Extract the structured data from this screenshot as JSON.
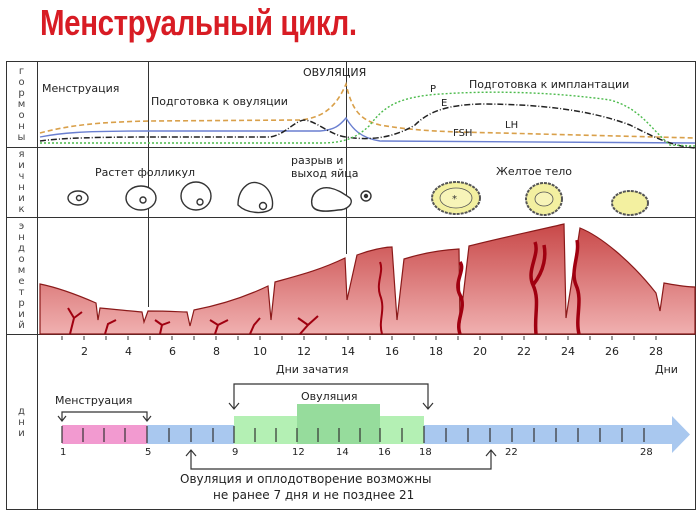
{
  "title": "Менструальный цикл.",
  "rows": {
    "hormones": "гормоны",
    "ovary": "яичник",
    "endometrium": "эндометрий",
    "days": "дни"
  },
  "hormones": {
    "menstruation": "Менструация",
    "prep_ovulation": "Подготовка к овуляции",
    "ovulation": "ОВУЛЯЦИЯ",
    "prep_implantation": "Подготовка к имплантации",
    "curves": [
      {
        "name": "P",
        "color": "#4cbb4c",
        "style": "dotted"
      },
      {
        "name": "E",
        "color": "#222222",
        "style": "dash-dot"
      },
      {
        "name": "FSH",
        "color": "#6a7fd0",
        "style": "solid"
      },
      {
        "name": "LH",
        "color": "#d9a04a",
        "style": "dashed"
      }
    ]
  },
  "ovary": {
    "growing_follicle": "Растет фолликул",
    "rupture_line1": "разрыв и",
    "rupture_line2": "выход яйца",
    "corpus_luteum": "Желтое тело"
  },
  "axis": {
    "ticks": [
      "2",
      "4",
      "6",
      "8",
      "10",
      "12",
      "14",
      "16",
      "18",
      "20",
      "22",
      "24",
      "26",
      "28"
    ],
    "conception_days": "Дни зачатия",
    "days_label": "Дни"
  },
  "timeline": {
    "menstruation": "Менструация",
    "ovulation": "Овуляция",
    "labels": [
      "1",
      "5",
      "9",
      "12",
      "14",
      "16",
      "18",
      "22",
      "28"
    ],
    "note_line1": "Овуляция и оплодотворение возможны",
    "note_line2": "не ранее 7 дня и не позднее 21",
    "colors": {
      "menstruation": "#f29ad0",
      "safe": "#a9c8ef",
      "fertile": "#b4f0b4",
      "ovulation": "#96dc9c"
    }
  },
  "chart_data": {
    "type": "line",
    "title": "Менструальный цикл.",
    "xlabel": "Дни",
    "x": [
      1,
      2,
      4,
      6,
      8,
      10,
      12,
      13,
      14,
      16,
      18,
      20,
      22,
      24,
      26,
      28
    ],
    "series": [
      {
        "name": "LH",
        "values": [
          15,
          20,
          24,
          25,
          25,
          25,
          26,
          30,
          90,
          35,
          24,
          22,
          21,
          20,
          19,
          18
        ]
      },
      {
        "name": "FSH",
        "values": [
          10,
          12,
          12,
          12,
          12,
          12,
          12,
          15,
          30,
          10,
          8,
          7,
          7,
          7,
          6,
          5
        ]
      },
      {
        "name": "E",
        "values": [
          5,
          6,
          7,
          7,
          7,
          8,
          25,
          30,
          12,
          10,
          25,
          45,
          48,
          45,
          35,
          5
        ]
      },
      {
        "name": "P",
        "values": [
          3,
          3,
          3,
          3,
          3,
          3,
          4,
          4,
          5,
          40,
          60,
          65,
          62,
          55,
          40,
          3
        ]
      }
    ],
    "phases": [
      "Менструация",
      "Подготовка к овуляции",
      "ОВУЛЯЦИЯ",
      "Подготовка к имплантации"
    ]
  }
}
